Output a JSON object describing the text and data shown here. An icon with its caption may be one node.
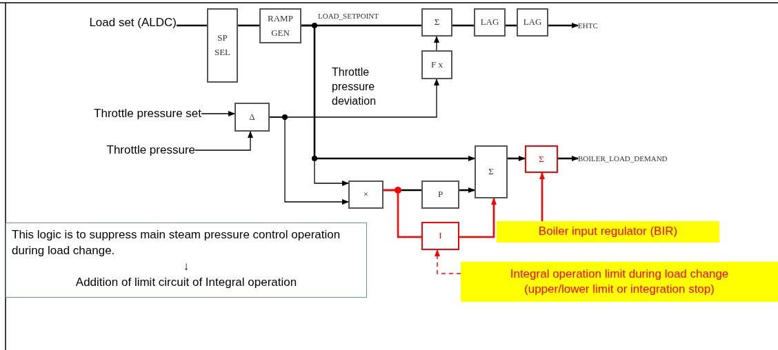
{
  "diagram": {
    "nodes": [
      {
        "text": [
          "Load set (ALDC)"
        ]
      },
      {
        "text": [
          "SP SEL"
        ]
      },
      {
        "text": [
          "RAMP GEN"
        ]
      },
      {
        "text": [
          "Σ"
        ]
      },
      {
        "text": [
          "LAG"
        ]
      },
      {
        "text": [
          "LAG"
        ]
      },
      {
        "text": [
          "EHTC"
        ]
      },
      {
        "text": [
          "F x"
        ]
      },
      {
        "text": [
          "Throttle pressure set"
        ]
      },
      {
        "text": [
          "Δ"
        ]
      },
      {
        "text": [
          "Throttle pressure"
        ]
      },
      {
        "text": [
          "×"
        ]
      },
      {
        "text": [
          "P"
        ]
      },
      {
        "text": [
          "Σ"
        ]
      },
      {
        "text": [
          "I"
        ]
      },
      {
        "text": [
          "Σ"
        ]
      },
      {
        "text": [
          "BOILER_LOAD_DEMAND"
        ]
      },
      {
        "text": [
          "Boiler input regulator (BIR)"
        ]
      },
      {
        "text": [
          "Integral operation limit during load change (upper/lower limit or integration stop)"
        ]
      },
      {
        "text": [
          "This logic is to suppress main steam pressure control operation during load change.",
          "↓",
          "Addition of limit circuit of Integral operation"
        ]
      }
    ],
    "edges": [
      {
        "from": 0,
        "to": 1,
        "arrow": "none"
      },
      {
        "from": 1,
        "to": 2,
        "arrow": "none"
      },
      {
        "from": 2,
        "to": 3,
        "arrow": "none"
      },
      {
        "from": 3,
        "to": 4,
        "arrow": "none"
      },
      {
        "from": 4,
        "to": 5,
        "arrow": "none"
      },
      {
        "from": 5,
        "to": 6,
        "arrow": "to"
      },
      {
        "from": 7,
        "to": 3,
        "arrow": "to"
      },
      {
        "from": 9,
        "to": 7,
        "arrow": "to"
      },
      {
        "from": 8,
        "to": 9,
        "arrow": "to"
      },
      {
        "from": 10,
        "to": 9,
        "arrow": "to"
      },
      {
        "from": 2,
        "to": 13,
        "arrow": "to"
      },
      {
        "from": 2,
        "to": 11,
        "arrow": "to"
      },
      {
        "from": 9,
        "to": 11,
        "arrow": "to"
      },
      {
        "from": 11,
        "to": 12,
        "arrow": "none"
      },
      {
        "from": 12,
        "to": 13,
        "arrow": "to"
      },
      {
        "from": 11,
        "to": 14,
        "arrow": "none",
        "color": "#ff0000"
      },
      {
        "from": 14,
        "to": 13,
        "arrow": "to",
        "color": "#ff0000"
      },
      {
        "from": 13,
        "to": 15,
        "arrow": "to"
      },
      {
        "from": 15,
        "to": 16,
        "arrow": "to"
      },
      {
        "from": 17,
        "to": 15,
        "arrow": "to",
        "color": "#ff0000"
      },
      {
        "from": 18,
        "to": 14,
        "arrow": "to",
        "style": "dashed",
        "color": "#ff0000"
      }
    ],
    "labels": [
      "LOAD_SETPOINT",
      "Throttle pressure deviation"
    ]
  }
}
